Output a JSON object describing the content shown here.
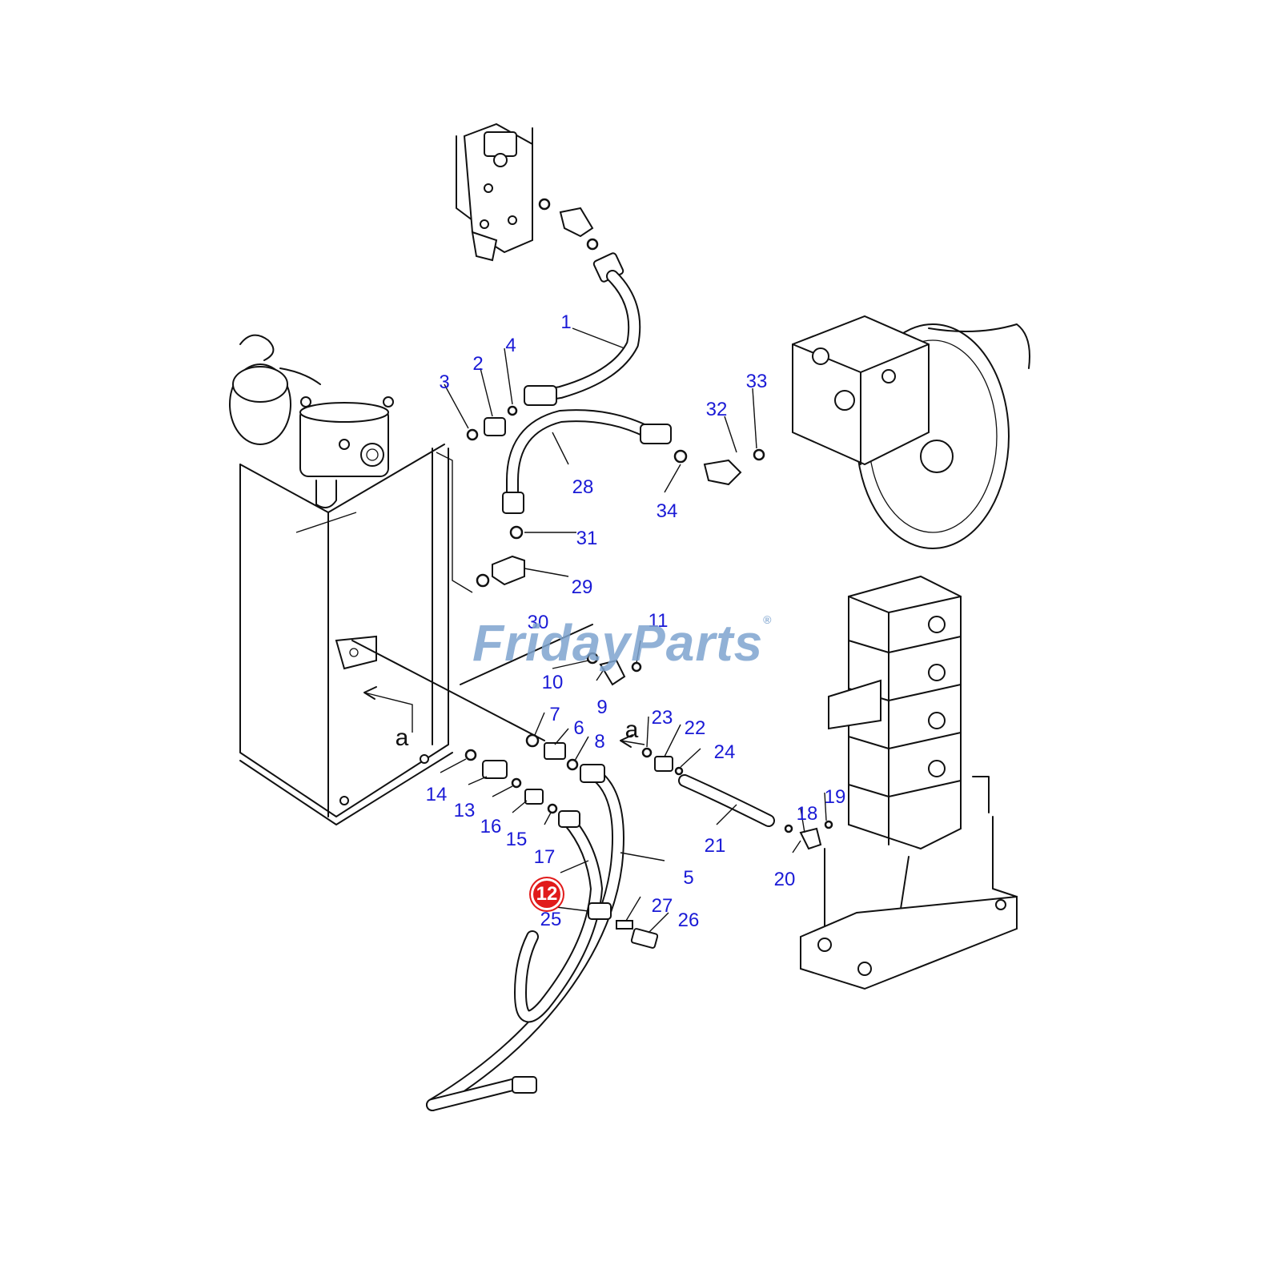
{
  "watermark": {
    "text": "FridayParts",
    "registered": "®"
  },
  "callouts": [
    "1",
    "2",
    "3",
    "4",
    "5",
    "6",
    "7",
    "8",
    "9",
    "10",
    "11",
    "12",
    "13",
    "14",
    "15",
    "16",
    "17",
    "18",
    "19",
    "20",
    "21",
    "22",
    "23",
    "24",
    "25",
    "26",
    "27",
    "28",
    "29",
    "30",
    "31",
    "32",
    "33",
    "34"
  ],
  "highlighted_part": "12",
  "view_markers": [
    "a",
    "a"
  ],
  "colors": {
    "callout": "#1a1ad6",
    "highlight": "#e11b1b",
    "watermark": "#7ea4cf",
    "line": "#111111"
  }
}
